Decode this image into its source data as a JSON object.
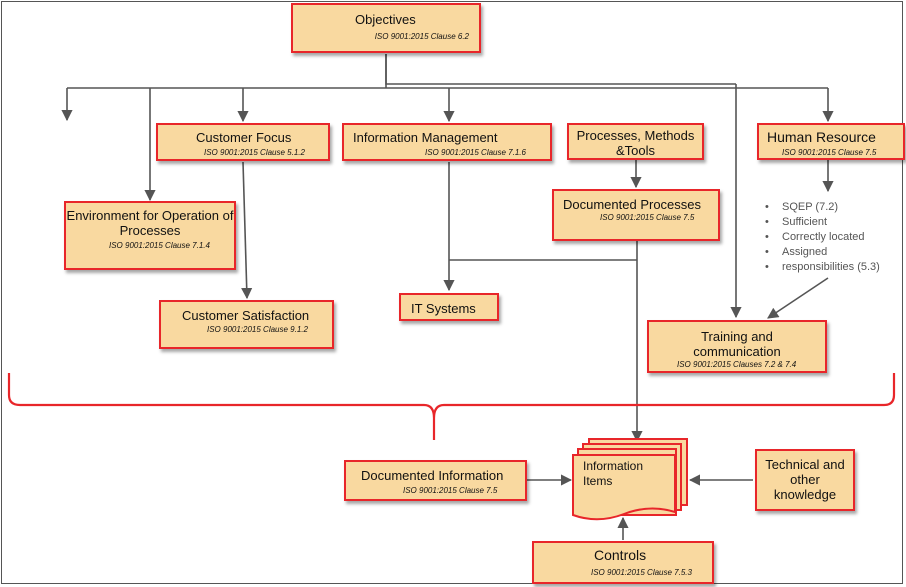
{
  "diagram": {
    "objectives": {
      "title": "Objectives",
      "ref": "ISO 9001:2015 Clause 6.2"
    },
    "customer_focus": {
      "title": "Customer Focus",
      "ref": "ISO 9001:2015 Clause 5.1.2"
    },
    "information_management": {
      "title": "Information Management",
      "ref": "ISO 9001:2015 Clause 7.1.6"
    },
    "processes_methods_tools": {
      "title": "Processes, Methods &Tools"
    },
    "human_resource": {
      "title": "Human Resource",
      "ref": "ISO 9001:2015 Clause 7.5",
      "items": [
        "SQEP (7.2)",
        "Sufficient",
        "Correctly located",
        "Assigned",
        "responsibilities (5.3)"
      ]
    },
    "environment": {
      "title": "Environment for Operation of Processes",
      "ref": "ISO 9001:2015 Clause 7.1.4"
    },
    "documented_processes": {
      "title": "Documented Processes",
      "ref": "ISO 9001:2015 Clause 7.5"
    },
    "customer_satisfaction": {
      "title": "Customer Satisfaction",
      "ref": "ISO 9001:2015 Clause 9.1.2"
    },
    "it_systems": {
      "title": "IT Systems"
    },
    "training": {
      "title": "Training and communication",
      "ref": "ISO 9001:2015 Clauses 7.2 & 7.4"
    },
    "documented_information": {
      "title": "Documented Information",
      "ref": "ISO 9001:2015 Clause 7.5"
    },
    "information_items": {
      "title": "Information Items"
    },
    "technical_knowledge": {
      "title": "Technical and other knowledge"
    },
    "controls": {
      "title": "Controls",
      "ref": "ISO 9001:2015 Clause 7.5.3"
    }
  },
  "colors": {
    "box_fill": "#f9d9a0",
    "box_border": "#e8262a",
    "connector": "#555555",
    "brace": "#e8262a"
  }
}
